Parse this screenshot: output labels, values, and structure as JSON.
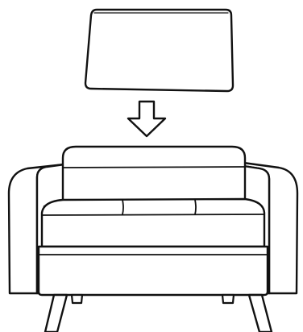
{
  "colors": {
    "background": "#ffffff",
    "stroke": "#111111",
    "fill": "#ffffff"
  },
  "elements": {
    "cushion_panel": {
      "icon": "rectangle-panel"
    },
    "arrow": {
      "icon": "down-arrow-icon",
      "direction": "down"
    },
    "sofa": {
      "icon": "sofa-icon",
      "seat_cushions": 3
    }
  }
}
